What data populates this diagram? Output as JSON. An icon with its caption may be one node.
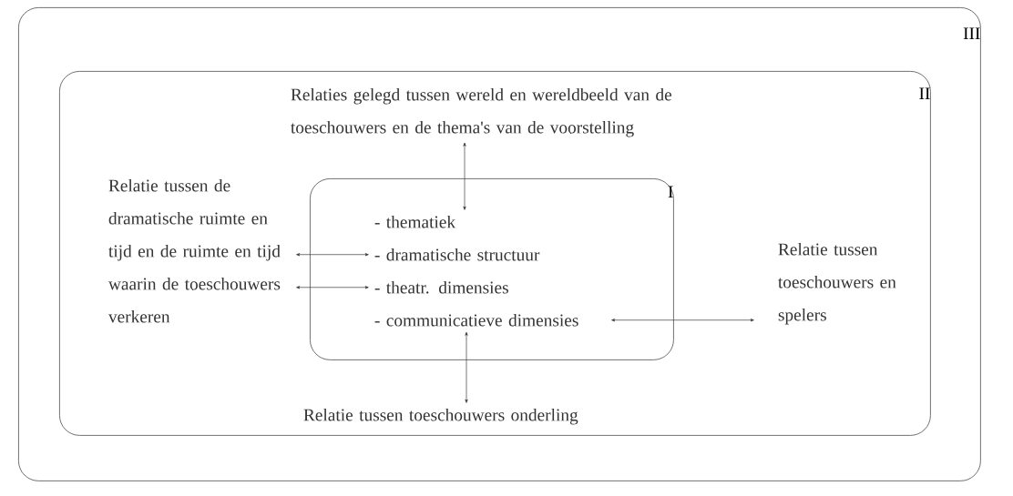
{
  "diagram": {
    "nodes": [
      {
        "text": [
          "III"
        ]
      },
      {
        "text": [
          "II"
        ],
        "in": 0
      },
      {
        "text": [
          "Relaties gelegd tussen wereld en wereldbeeld van de toeschouwers en de thema's van de voorstelling"
        ],
        "in": 1
      },
      {
        "text": [
          "Relatie tussen de dramatische ruimte en tijd en de ruimte en tijd waarin de toeschouwers verkeren"
        ],
        "in": 1
      },
      {
        "text": [
          "I"
        ],
        "in": 1
      },
      {
        "text": [
          "- thematiek"
        ],
        "in": 4
      },
      {
        "text": [
          "- dramatische structuur"
        ],
        "in": 4
      },
      {
        "text": [
          "- theatr. dimensies"
        ],
        "in": 4
      },
      {
        "text": [
          "- communicatieve dimensies"
        ],
        "in": 4
      },
      {
        "text": [
          "Relatie tussen toeschouwers en spelers"
        ],
        "in": 1
      },
      {
        "text": [
          "Relatie tussen toeschouwers onderling"
        ],
        "in": 1
      }
    ],
    "edges": [
      {
        "from": 2,
        "to": 5,
        "arrow": "both"
      },
      {
        "from": 3,
        "to": 6,
        "arrow": "both"
      },
      {
        "from": 3,
        "to": 7,
        "arrow": "both"
      },
      {
        "from": 8,
        "to": 9,
        "arrow": "both"
      },
      {
        "from": 10,
        "to": 8,
        "arrow": "both"
      }
    ]
  }
}
